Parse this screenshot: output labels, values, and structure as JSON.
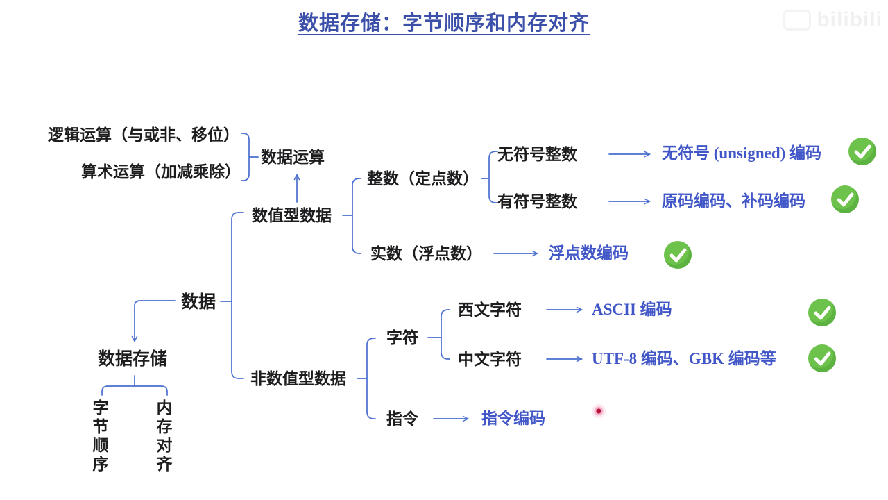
{
  "title": "数据存储：字节顺序和内存对齐",
  "watermark": {
    "brand": "bilibili"
  },
  "colors": {
    "title_blue": "#3c50aa",
    "node_text": "#1d1d1f",
    "connector_blue": "#4a6fd0",
    "code_blue": "#4156c7",
    "check_green": "#6cc24b",
    "laser_red": "#b5103a"
  },
  "icons": {
    "check": "✓",
    "bilibili_tv": "tv-outline",
    "laser": "laser-dot"
  },
  "tree": {
    "operations": {
      "logic": "逻辑运算（与或非、移位）",
      "arithmetic": "算术运算（加减乘除）",
      "data_operation": "数据运算"
    },
    "root": "数据",
    "numeric": {
      "label": "数值型数据",
      "integer": {
        "label": "整数（定点数）",
        "unsigned": {
          "label": "无符号整数",
          "code": "无符号 (unsigned) 编码"
        },
        "signed": {
          "label": "有符号整数",
          "code": "原码编码、补码编码"
        }
      },
      "real": {
        "label": "实数（浮点数）",
        "code": "浮点数编码"
      }
    },
    "non_numeric": {
      "label": "非数值型数据",
      "character": {
        "label": "字符",
        "western": {
          "label": "西文字符",
          "code": "ASCII 编码"
        },
        "chinese": {
          "label": "中文字符",
          "code": "UTF-8 编码、GBK 编码等"
        }
      },
      "instruction": {
        "label": "指令",
        "code": "指令编码"
      }
    },
    "storage": {
      "label": "数据存储",
      "byte_order": "字\n节\n顺\n序",
      "alignment": "内\n存\n对\n齐"
    }
  }
}
